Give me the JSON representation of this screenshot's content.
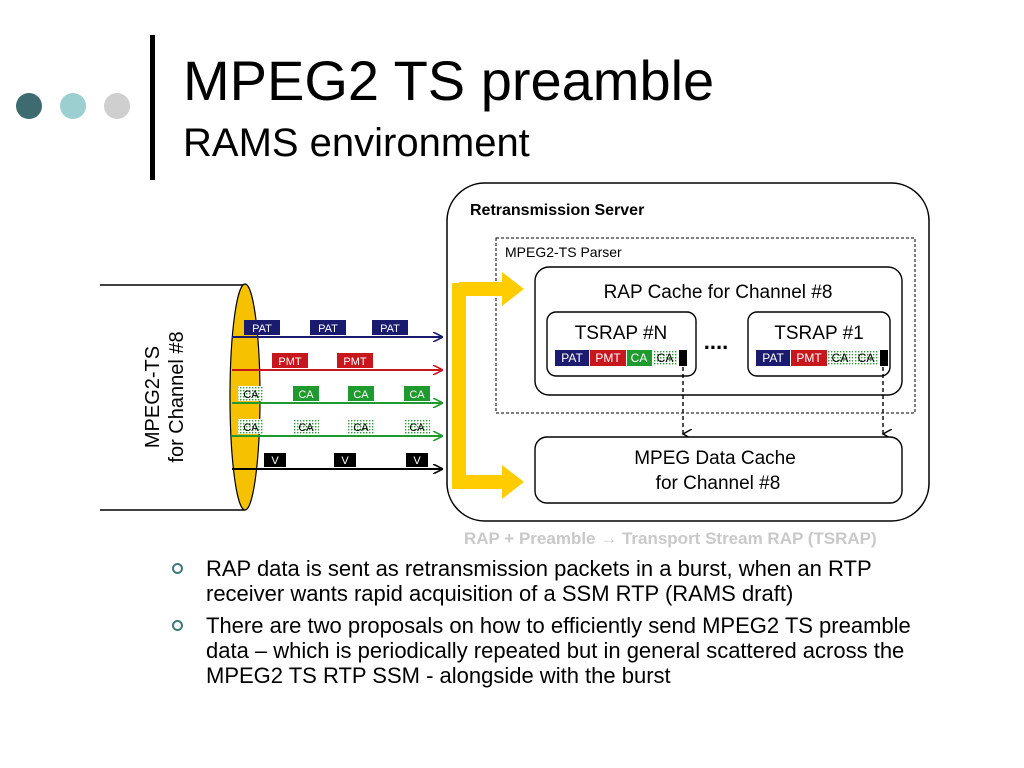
{
  "slide": {
    "title": "MPEG2 TS preamble",
    "subtitle": "RAMS environment",
    "dot_colors": [
      "#3d6b6f",
      "#9ccfd0",
      "#cfcfcf"
    ]
  },
  "diagram": {
    "stream_label_line1": "MPEG2-TS",
    "stream_label_line2": "for Channel #8",
    "server_title": "Retransmission Server",
    "parser_title": "MPEG2-TS Parser",
    "rap_cache_title": "RAP Cache for Channel #8",
    "tsrap_n": "TSRAP #N",
    "tsrap_1": "TSRAP #1",
    "ellipsis": "....",
    "data_cache_line1": "MPEG Data Cache",
    "data_cache_line2": "for Channel #8",
    "packets": {
      "pat": "PAT",
      "pmt": "PMT",
      "ca": "CA",
      "v": "V"
    },
    "colors": {
      "pat": "#1a1a6e",
      "pmt": "#c8161d",
      "ca": "#1e9a2e",
      "v": "#000000",
      "arrow": "#ffcc00",
      "stream_ellipse": "#f5c100"
    }
  },
  "caption": "RAP + Preamble → Transport Stream RAP (TSRAP)",
  "bullets": [
    "RAP data is sent as retransmission packets in a burst, when an RTP receiver wants rapid acquisition of a SSM RTP (RAMS draft)",
    "There are two proposals on how to efficiently send MPEG2 TS preamble data – which is periodically repeated but in general scattered across the MPEG2 TS RTP SSM - alongside with the burst"
  ]
}
